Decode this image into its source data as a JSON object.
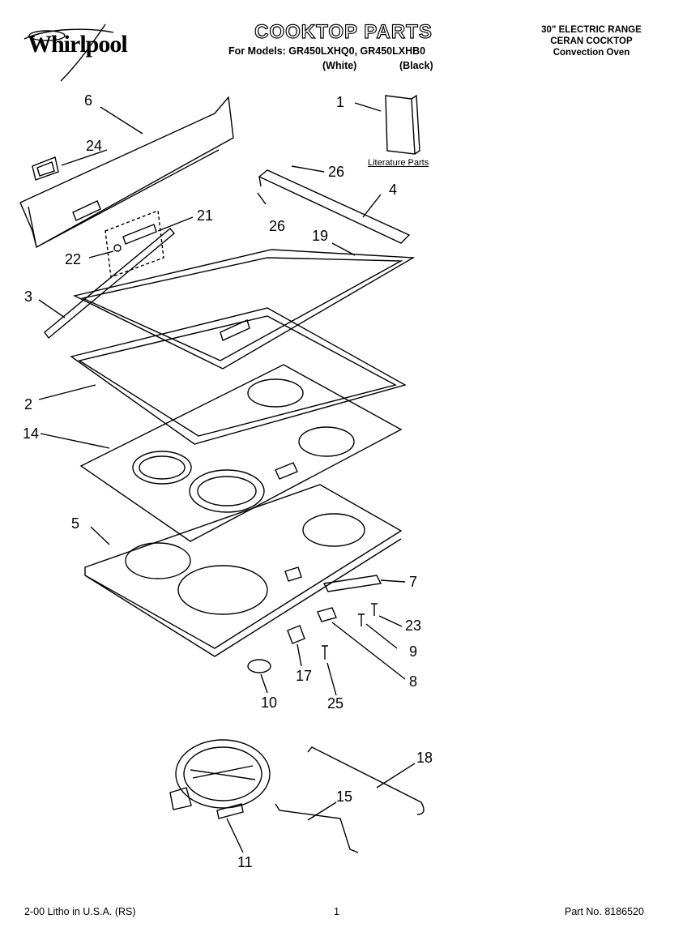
{
  "header": {
    "brand": "Whirlpool",
    "title": "COOKTOP PARTS",
    "models_line": "For Models: GR450LXHQ0, GR450LXHB0",
    "variant_white": "(White)",
    "variant_black": "(Black)",
    "product_lines": [
      "30\" ELECTRIC RANGE",
      "CERAN COCKTOP",
      "Convection Oven"
    ]
  },
  "literature_label": "Literature Parts",
  "callouts": [
    "1",
    "2",
    "3",
    "4",
    "5",
    "6",
    "7",
    "8",
    "9",
    "10",
    "11",
    "14",
    "15",
    "17",
    "18",
    "19",
    "21",
    "22",
    "23",
    "24",
    "25",
    "26",
    "26"
  ],
  "footer": {
    "left": "2-00 Litho in U.S.A. (RS)",
    "page": "1",
    "part_no": "Part No. 8186520"
  }
}
